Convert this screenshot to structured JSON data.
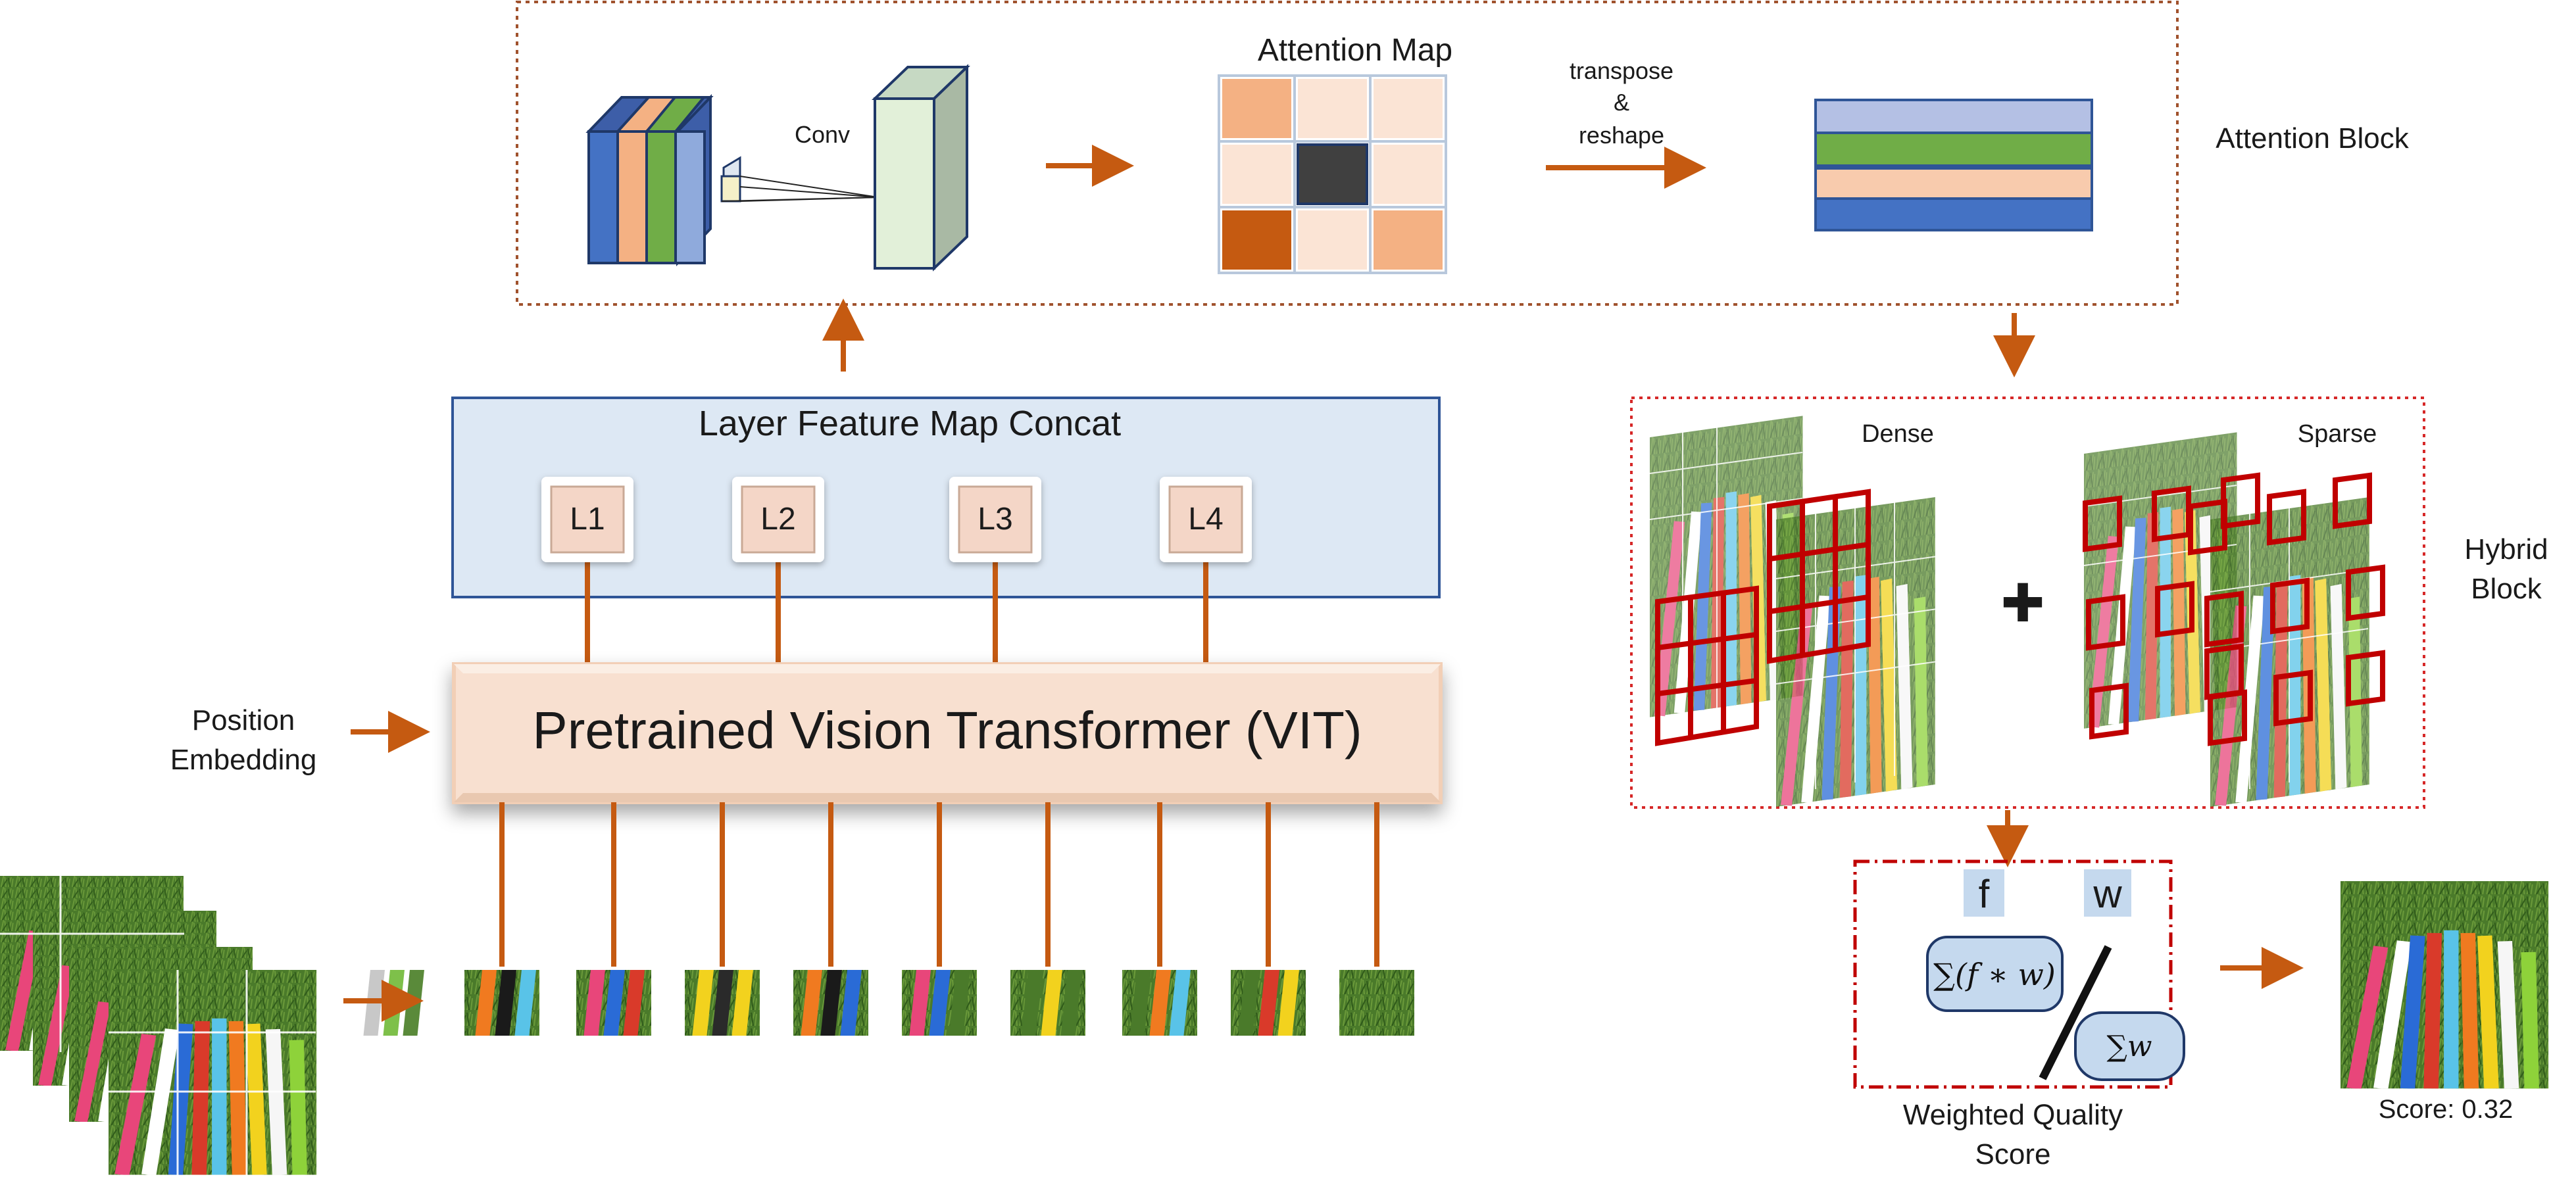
{
  "colors": {
    "arrow": "#c55a11",
    "layer_box_fill": "#dde8f4",
    "layer_box_border": "#2f5597",
    "vit_fill": "#f8e0d0",
    "chip_fill": "#f4d6c7",
    "hybrid_border": "#d62828",
    "weighted_border": "#c00000",
    "attention_border": "#a0522d",
    "pencil_green": "#4a7a2a",
    "cell_orange_dark": "#c55a11",
    "cell_orange_light": "#f4b183",
    "cell_peach": "#fbe4d5",
    "cell_dark": "#404040",
    "band_lavender": "#b4c0e4",
    "band_green": "#70ad47",
    "band_peach": "#f8cbad",
    "band_blue": "#4472c4"
  },
  "attention_block": {
    "conv_label": "Conv",
    "map_title": "Attention Map",
    "transpose_label": [
      "transpose",
      "&",
      "reshape"
    ],
    "block_label": "Attention Block"
  },
  "layer_concat": {
    "title": "Layer Feature Map Concat",
    "layers": [
      "L1",
      "L2",
      "L3",
      "L4"
    ]
  },
  "vit": {
    "title": "Pretrained Vision Transformer (VIT)"
  },
  "position_embedding": {
    "label_lines": [
      "Position",
      "Embedding"
    ]
  },
  "hybrid_block": {
    "dense_label": "Dense",
    "sparse_label": "Sparse",
    "plus_symbol": "✚",
    "block_label_lines": [
      "Hybrid",
      "Block"
    ]
  },
  "weighted": {
    "f_label": "f",
    "w_label": "w",
    "numerator": "∑(f ∗ w)",
    "denominator": "∑w",
    "label_lines": [
      "Weighted Quality",
      "Score"
    ]
  },
  "output": {
    "score_text": "Score: 0.32"
  }
}
